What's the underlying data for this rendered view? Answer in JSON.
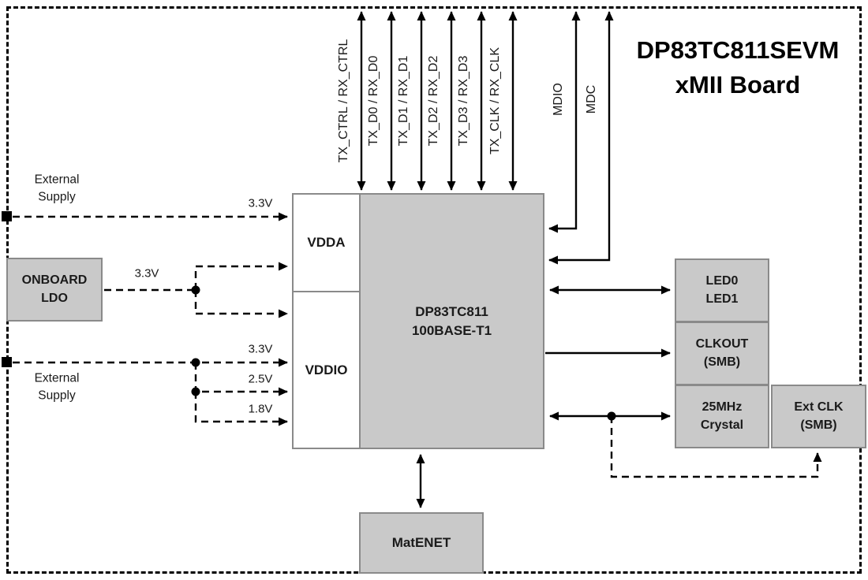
{
  "title": {
    "line1": "DP83TC811SEVM",
    "line2": "xMII Board"
  },
  "signals": {
    "xmii": [
      {
        "label": "TX_CTRL / RX_CTRL"
      },
      {
        "label": "TX_D0 / RX_D0"
      },
      {
        "label": "TX_D1 / RX_D1"
      },
      {
        "label": "TX_D2 / RX_D2"
      },
      {
        "label": "TX_D3 / RX_D3"
      },
      {
        "label": "TX_CLK / RX_CLK"
      }
    ],
    "mdio": "MDIO",
    "mdc": "MDC"
  },
  "blocks": {
    "chip": {
      "line1": "DP83TC811",
      "line2": "100BASE-T1"
    },
    "vdda": "VDDA",
    "vddio": "VDDIO",
    "ldo": {
      "line1": "ONBOARD",
      "line2": "LDO"
    },
    "led": {
      "line1": "LED0",
      "line2": "LED1"
    },
    "clkout": {
      "line1": "CLKOUT",
      "line2": "(SMB)"
    },
    "crystal": {
      "line1": "25MHz",
      "line2": "Crystal"
    },
    "extclk": {
      "line1": "Ext CLK",
      "line2": "(SMB)"
    },
    "matenet": "MatENET"
  },
  "labels": {
    "external_supply_top": {
      "line1": "External",
      "line2": "Supply"
    },
    "external_supply_bottom": {
      "line1": "External",
      "line2": "Supply"
    },
    "v_top": "3.3V",
    "v_ldo": "3.3V",
    "v_io1": "3.3V",
    "v_io2": "2.5V",
    "v_io3": "1.8V"
  },
  "colors": {
    "block_fill": "#c9c9c9",
    "block_border": "#8a8a8a",
    "line": "#000000",
    "background": "#ffffff"
  }
}
